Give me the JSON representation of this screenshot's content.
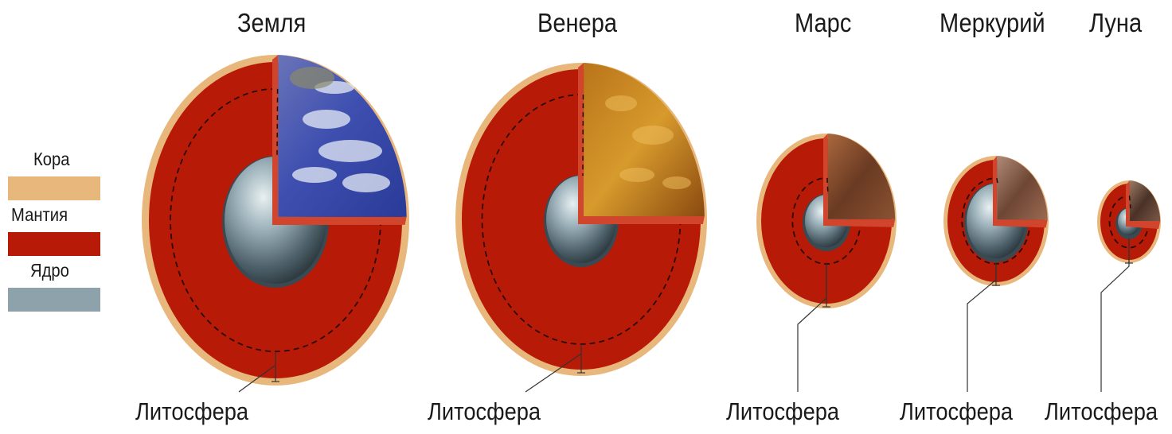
{
  "legend": {
    "items": [
      {
        "label": "Кора",
        "color": "#e8b77c"
      },
      {
        "label": "Мантия",
        "color": "#b81a08"
      },
      {
        "label": "Ядро",
        "color": "#8ea2ac"
      }
    ]
  },
  "planets": [
    {
      "name": "Земля",
      "lithosphere_label": "Литосфера",
      "surface": "earth"
    },
    {
      "name": "Венера",
      "lithosphere_label": "Литосфера",
      "surface": "venus"
    },
    {
      "name": "Марс",
      "lithosphere_label": "Литосфера",
      "surface": "mars"
    },
    {
      "name": "Меркурий",
      "lithosphere_label": "Литосфера",
      "surface": "mercury"
    },
    {
      "name": "Луна",
      "lithosphere_label": "Литосфера",
      "surface": "moon"
    }
  ],
  "colors": {
    "crust": "#e8b77c",
    "mantle": "#b81a08",
    "core": "#8ea2ac"
  }
}
